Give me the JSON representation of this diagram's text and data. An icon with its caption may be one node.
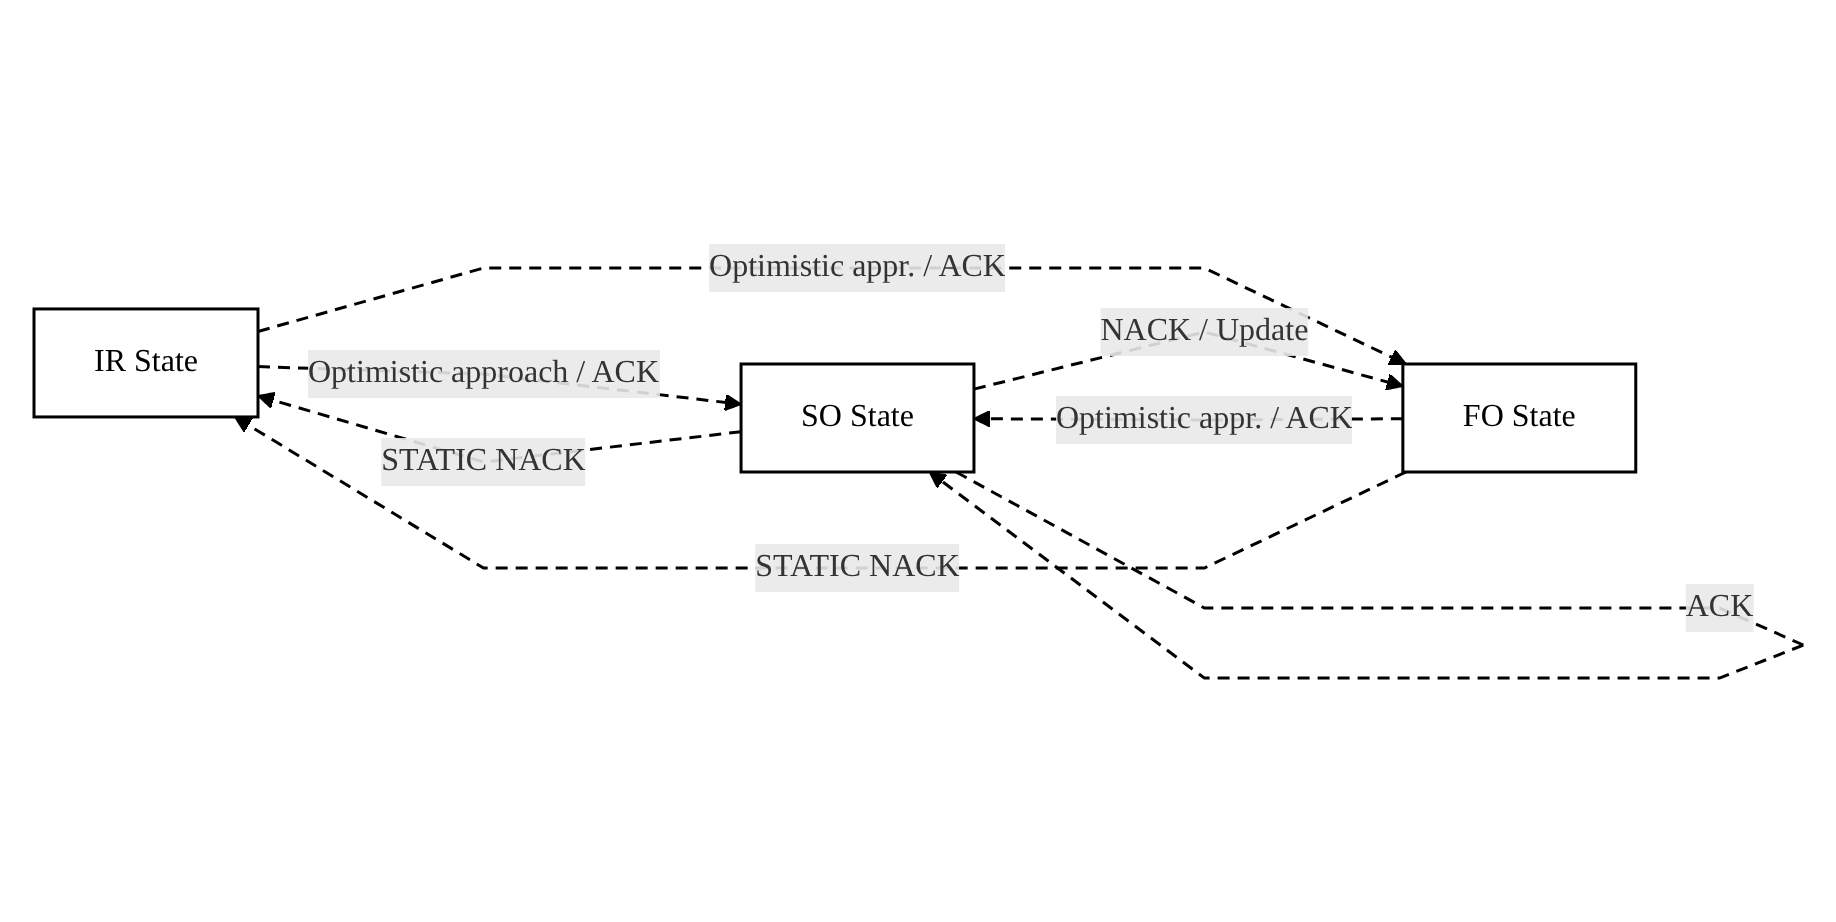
{
  "diagram": {
    "nodes": [
      {
        "text": [
          "IR State"
        ]
      },
      {
        "text": [
          "FO State"
        ]
      },
      {
        "text": [
          "SO State"
        ]
      }
    ],
    "edges": [
      {
        "from": 0,
        "to": 2,
        "arrow": "to",
        "label": "Optimistic approach / ACK",
        "style": "dashed"
      },
      {
        "from": 0,
        "to": 1,
        "arrow": "to",
        "label": "Optimistic appr. / ACK",
        "style": "dashed"
      },
      {
        "from": 1,
        "to": 2,
        "arrow": "to",
        "label": "Optimistic appr. / ACK",
        "style": "dashed"
      },
      {
        "from": 2,
        "to": 2,
        "arrow": "to",
        "label": "ACK",
        "style": "dashed"
      },
      {
        "from": 1,
        "to": 0,
        "arrow": "to",
        "label": "STATIC NACK",
        "style": "dashed"
      },
      {
        "from": 2,
        "to": 1,
        "arrow": "to",
        "label": "NACK / Update",
        "style": "dashed"
      },
      {
        "from": 2,
        "to": 0,
        "arrow": "to",
        "label": "STATIC NACK",
        "style": "dashed"
      }
    ]
  }
}
